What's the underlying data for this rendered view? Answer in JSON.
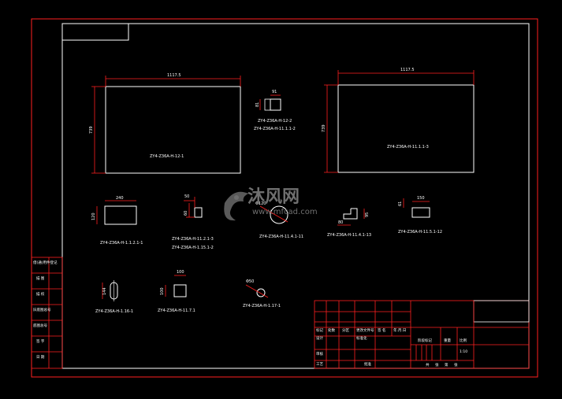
{
  "watermark": {
    "brand": "沐风网",
    "url": "www.mfcad.com"
  },
  "parts": [
    {
      "label": "ZY4-Z36A-H-12-1",
      "dim_w": "1117.5",
      "dim_h": "739"
    },
    {
      "label": "ZY4-Z36A-H-12-2",
      "dim_w": "91",
      "dim_h": "81"
    },
    {
      "label": "ZY4-Z36A-H-11.1.1-2"
    },
    {
      "label": "ZY4-Z36A-H-11.1.1-3",
      "dim_w": "1117.5",
      "dim_h": "739"
    },
    {
      "label": "ZY4-Z36A-H-1.1.2.1-1",
      "dim_w": "240",
      "dim_h": "120"
    },
    {
      "label": "ZY4-Z36A-H-11.2.1-3",
      "dim_w": "50",
      "dim_h": "60"
    },
    {
      "label": "ZY4-Z36A-H-1.15.1-2"
    },
    {
      "label": "ZY4-Z36A-H-11.4.1-11",
      "dim_d": "Φ120"
    },
    {
      "label": "ZY4-Z36A-H-11.4.1-13",
      "dim_w": "80",
      "dim_h": "95"
    },
    {
      "label": "ZY4-Z36A-H-11.5.1-12",
      "dim_w": "150",
      "dim_h": "61"
    },
    {
      "label": "ZY4-Z36A-H-1.16-1",
      "dim_h": "144"
    },
    {
      "label": "ZY4-Z36A-H-11.7.1",
      "dim_w": "100",
      "dim_h": "100"
    },
    {
      "label": "ZY4-Z36A-H-1.17-1",
      "dim_d": "Φ50"
    }
  ],
  "side_table": [
    "借(通)用件登记",
    "描 图",
    "描 校",
    "旧底图总号",
    "底图总号",
    "签 字",
    "日 期"
  ],
  "title_block": {
    "row1": [
      "标记",
      "处数",
      "分区",
      "更改文件号",
      "签 名",
      "年.月.日"
    ],
    "row2": [
      "设计",
      "",
      "",
      "标准化",
      "",
      "阶段标记",
      "重量",
      "比例"
    ],
    "row3": [
      "审核"
    ],
    "row4": [
      "工艺",
      "",
      "",
      "批准",
      "",
      "共",
      "张",
      "第",
      "张"
    ],
    "scale": "1:10"
  }
}
